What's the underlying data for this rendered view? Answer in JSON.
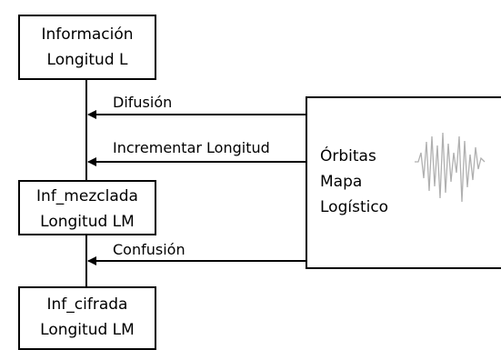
{
  "boxes": {
    "informacion": {
      "line1": "Información",
      "line2": "Longitud L"
    },
    "mezclada": {
      "line1": "Inf_mezclada",
      "line2": "Longitud LM"
    },
    "cifrada": {
      "line1": "Inf_cifrada",
      "line2": "Longitud LM"
    },
    "generador": {
      "line1": "Órbitas",
      "line2": "Mapa",
      "line3": "Logístico"
    }
  },
  "arrows": {
    "difusion": "Difusión",
    "incrementar": "Incrementar Longitud",
    "confusion": "Confusión"
  },
  "colors": {
    "stroke": "#000000",
    "signal": "#b0b0b0"
  },
  "icons": {
    "signal": "chaotic-signal-icon"
  }
}
